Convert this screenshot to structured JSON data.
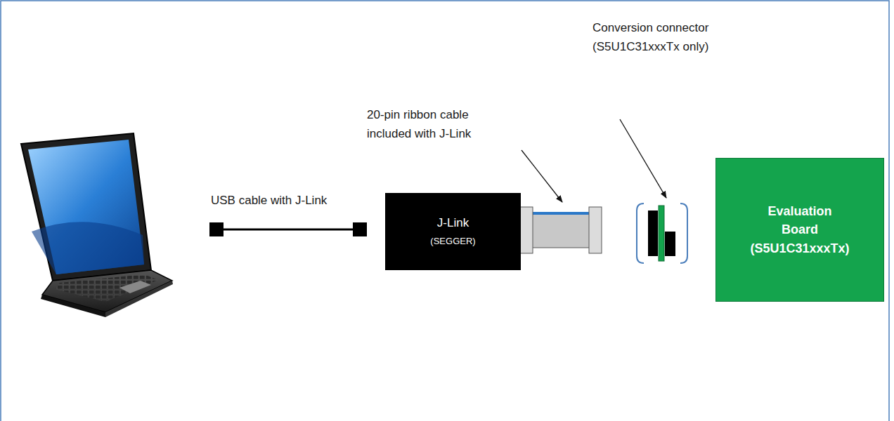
{
  "diagram": {
    "nodes": [
      {
        "text": [
          "J-Link",
          "(SEGGER)"
        ]
      },
      {
        "text": [
          "Evaluation Board (S5U1C31xxxTx)"
        ]
      }
    ],
    "labels": [
      "USB cable with J-Link",
      "20-pin ribbon cable included with J-Link",
      "Conversion connector (S5U1C31xxxTx only)"
    ]
  }
}
